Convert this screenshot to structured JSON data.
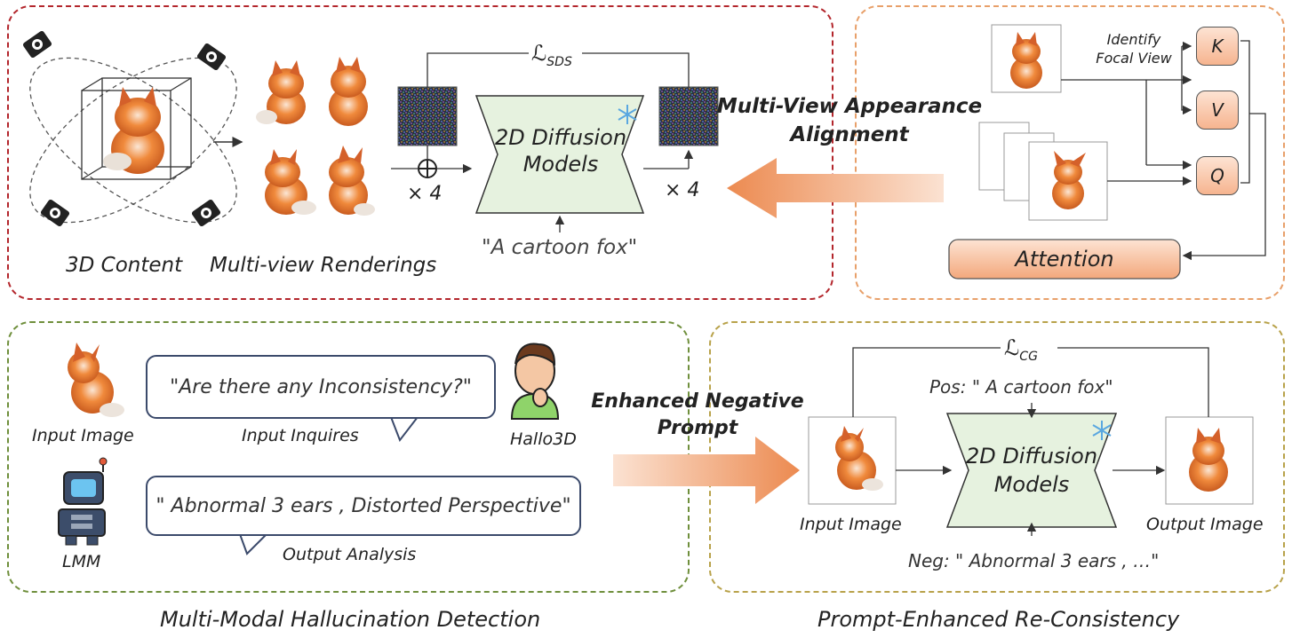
{
  "panels": {
    "sds": {
      "label_3d": "3D Content",
      "label_renderings": "Multi-view Renderings",
      "loss": "ℒ",
      "loss_sub": "SDS",
      "diffusion_line1": "2D Diffusion",
      "diffusion_line2": "Models",
      "times_left": "× 4",
      "times_right": "× 4",
      "prompt": "\"A cartoon fox\""
    },
    "alignment": {
      "title_line1": "Multi-View Appearance",
      "title_line2": "Alignment",
      "identify_line1": "Identify",
      "identify_line2": "Focal View",
      "k": "K",
      "v": "V",
      "q": "Q",
      "attention": "Attention"
    },
    "detection": {
      "input_image_label": "Input Image",
      "question": "\"Are there any Inconsistency?\"",
      "input_inquires": "Input Inquires",
      "hallo3d": "Hallo3D",
      "answer": "\" Abnormal 3 ears , Distorted Perspective\"",
      "output_analysis": "Output Analysis",
      "lmm": "LMM",
      "caption": "Multi-Modal Hallucination Detection"
    },
    "enhanced": {
      "line1": "Enhanced Negative",
      "line2": "Prompt"
    },
    "reconsistency": {
      "loss": "ℒ",
      "loss_sub": "CG",
      "pos": "Pos: \" A cartoon fox\"",
      "diffusion_line1": "2D Diffusion",
      "diffusion_line2": "Models",
      "input_label": "Input Image",
      "output_label": "Output Image",
      "neg": "Neg: \" Abnormal 3 ears , …\"",
      "caption": "Prompt-Enhanced Re-Consistency"
    }
  },
  "colors": {
    "sds_border": "#b3262c",
    "align_border": "#e8a06a",
    "detect_border": "#6f8f3c",
    "recon_border": "#b8a24a",
    "diffusion_fill": "#e6f2df",
    "arrow_orange": "#f0a070"
  }
}
